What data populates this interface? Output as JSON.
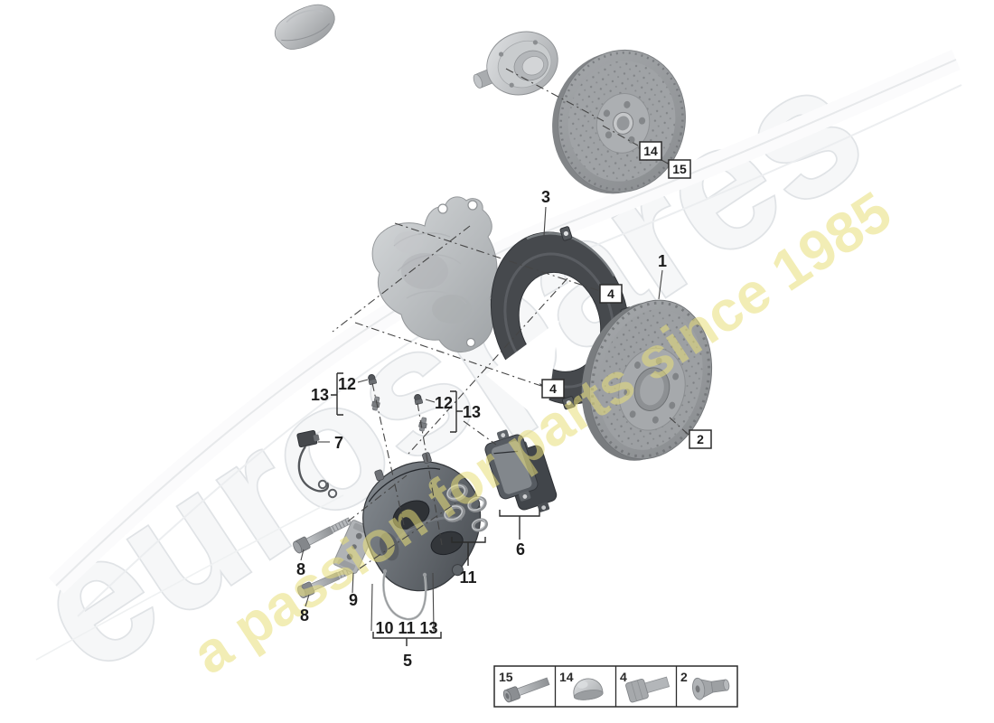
{
  "watermark": {
    "brand": "eurospares",
    "tagline": "a passion for parts since 1985",
    "brand_fill": "#f6f7f8",
    "brand_outline": "#e0e3e6",
    "tagline_color": "#e9df7a"
  },
  "callouts": {
    "n1": "1",
    "n2": "2",
    "n3": "3",
    "n4": "4",
    "n5": "5",
    "n6": "6",
    "n7": "7",
    "n8": "8",
    "n9": "9",
    "n10_11_13": "10 11 13",
    "n11": "11",
    "n12": "12",
    "n13": "13",
    "n14": "14",
    "n15": "15"
  },
  "legend": {
    "items": [
      {
        "num": "15",
        "icon": "socket-head-bolt-icon"
      },
      {
        "num": "14",
        "icon": "cap-nut-icon"
      },
      {
        "num": "4",
        "icon": "hex-bolt-icon"
      },
      {
        "num": "2",
        "icon": "countersunk-screw-icon"
      }
    ]
  }
}
